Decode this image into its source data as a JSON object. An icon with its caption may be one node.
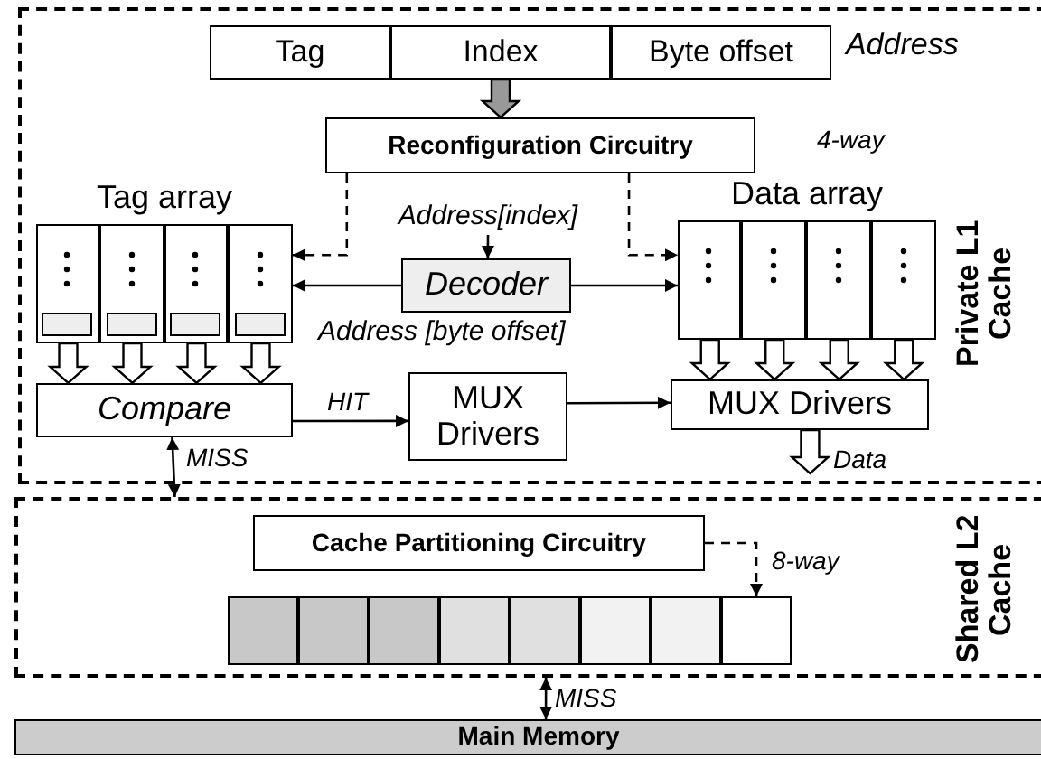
{
  "diagram": {
    "nodes": [
      {
        "text": [
          "Private L1 Cache"
        ]
      },
      {
        "text": [
          "Tag"
        ],
        "in": 0
      },
      {
        "text": [
          "Index"
        ],
        "in": 0
      },
      {
        "text": [
          "Byte offset"
        ],
        "in": 0
      },
      {
        "text": [
          "Reconfiguration Circuitry"
        ],
        "in": 0
      },
      {
        "text": [
          "Tag array"
        ],
        "in": 0
      },
      {
        "text": [],
        "shape": "box",
        "in": 5
      },
      {
        "text": [],
        "shape": "box",
        "in": 5
      },
      {
        "text": [],
        "shape": "box",
        "in": 5
      },
      {
        "text": [],
        "shape": "box",
        "in": 5
      },
      {
        "text": [
          "Address[index]"
        ],
        "in": 0
      },
      {
        "text": [
          "Decoder"
        ],
        "in": 0
      },
      {
        "text": [
          "Data array"
        ],
        "in": 0
      },
      {
        "text": [],
        "shape": "box",
        "in": 12
      },
      {
        "text": [],
        "shape": "box",
        "in": 12
      },
      {
        "text": [],
        "shape": "box",
        "in": 12
      },
      {
        "text": [],
        "shape": "box",
        "in": 12
      },
      {
        "text": [
          "Compare"
        ],
        "in": 0
      },
      {
        "text": [
          "MUX Drivers"
        ],
        "in": 0
      },
      {
        "text": [
          "MUX Drivers"
        ],
        "in": 0
      },
      {
        "text": [
          "Shared L2 Cache"
        ]
      },
      {
        "text": [
          "Cache Partitioning Circuitry"
        ],
        "in": 20
      },
      {
        "text": [],
        "shape": "box",
        "in": 20
      },
      {
        "text": [],
        "shape": "box",
        "in": 20
      },
      {
        "text": [],
        "shape": "box",
        "in": 20
      },
      {
        "text": [],
        "shape": "box",
        "in": 20
      },
      {
        "text": [],
        "shape": "box",
        "in": 20
      },
      {
        "text": [],
        "shape": "box",
        "in": 20
      },
      {
        "text": [],
        "shape": "box",
        "in": 20
      },
      {
        "text": [],
        "shape": "box",
        "in": 20
      },
      {
        "text": [
          "Main Memory"
        ]
      }
    ],
    "edges": [
      {
        "from": 2,
        "to": 4,
        "arrow": "to",
        "style": "thick",
        "color": "#999999"
      },
      {
        "from": 4,
        "to": 5,
        "arrow": "to",
        "style": "dashed"
      },
      {
        "from": 4,
        "to": 12,
        "arrow": "to",
        "style": "dashed"
      },
      {
        "from": 10,
        "to": 11,
        "arrow": "to"
      },
      {
        "from": 11,
        "to": 5,
        "arrow": "to"
      },
      {
        "from": 11,
        "to": 12,
        "arrow": "to"
      },
      {
        "from": 6,
        "to": 17,
        "arrow": "to",
        "style": "thick"
      },
      {
        "from": 7,
        "to": 17,
        "arrow": "to",
        "style": "thick"
      },
      {
        "from": 8,
        "to": 17,
        "arrow": "to",
        "style": "thick"
      },
      {
        "from": 9,
        "to": 17,
        "arrow": "to",
        "style": "thick"
      },
      {
        "from": 13,
        "to": 19,
        "arrow": "to",
        "style": "thick"
      },
      {
        "from": 14,
        "to": 19,
        "arrow": "to",
        "style": "thick"
      },
      {
        "from": 15,
        "to": 19,
        "arrow": "to",
        "style": "thick"
      },
      {
        "from": 16,
        "to": 19,
        "arrow": "to",
        "style": "thick"
      },
      {
        "from": 17,
        "to": 18,
        "arrow": "to",
        "label": "HIT"
      },
      {
        "from": 18,
        "to": 19,
        "arrow": "to"
      },
      {
        "from": 19,
        "to": null,
        "arrow": "to",
        "style": "thick",
        "label": "Data"
      },
      {
        "from": 17,
        "to": 20,
        "arrow": "both",
        "label": "MISS"
      },
      {
        "from": 21,
        "to": 29,
        "arrow": "to",
        "style": "dashed",
        "label": "8-way"
      },
      {
        "from": 20,
        "to": 30,
        "arrow": "both",
        "label": "MISS"
      }
    ],
    "labels": [
      "Address",
      "4-way",
      "Address [byte offset]"
    ]
  }
}
